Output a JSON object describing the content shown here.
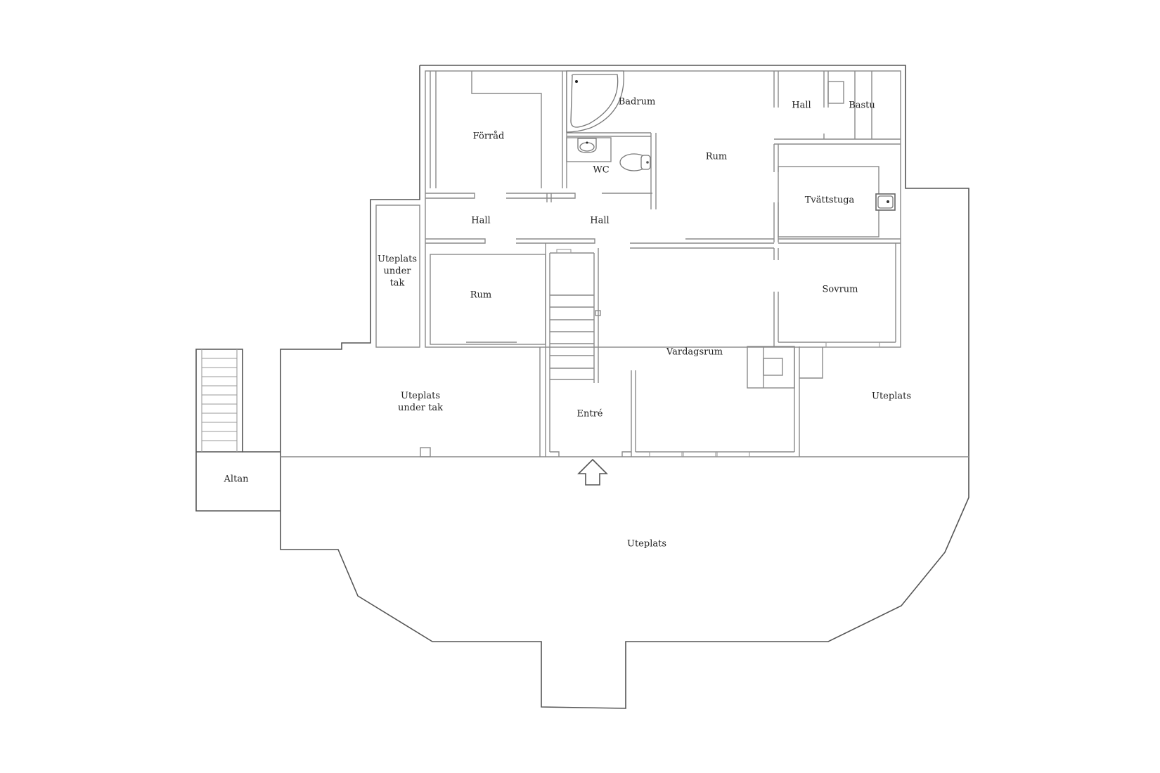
{
  "floorplan": {
    "rooms": {
      "forrad": "Förråd",
      "badrum": "Badrum",
      "wc": "WC",
      "rum_top": "Rum",
      "hall_top_right": "Hall",
      "bastu": "Bastu",
      "tvattstuga": "Tvättstuga",
      "hall_left": "Hall",
      "hall_center": "Hall",
      "uteplats_under_tak_narrow_1": "Uteplats",
      "uteplats_under_tak_narrow_2": "under",
      "uteplats_under_tak_narrow_3": "tak",
      "rum_left": "Rum",
      "sovrum": "Sovrum",
      "vardagsrum": "Vardagsrum",
      "uteplats_under_tak_wide_1": "Uteplats",
      "uteplats_under_tak_wide_2": "under tak",
      "entre": "Entré",
      "uteplats_right": "Uteplats",
      "altan": "Altan",
      "uteplats_bottom": "Uteplats"
    },
    "icons": {
      "entrance": "up-arrow",
      "bathtub": "corner-bathtub",
      "sink": "washbasin",
      "toilet": "toilet",
      "laundry_sink": "utility-sink",
      "stairs": "staircase",
      "fireplace": "fireplace"
    },
    "colors": {
      "wall": "#8a8a8a",
      "outline": "#555555",
      "text": "#222222",
      "background": "#ffffff"
    }
  }
}
